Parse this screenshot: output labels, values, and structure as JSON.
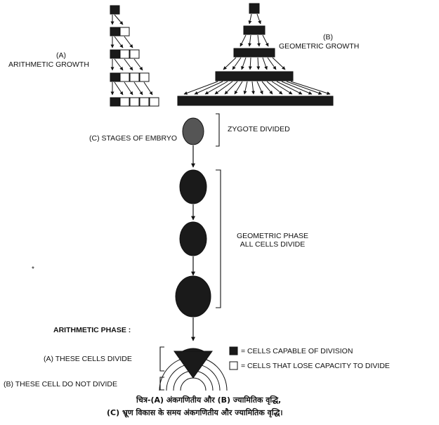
{
  "labels": {
    "arith_letter": "(A)",
    "arith_title": "ARITHMETIC GROWTH",
    "geom_letter": "(B)",
    "geom_title": "GEOMETRIC GROWTH",
    "stages": "(C) STAGES OF EMBRYO",
    "zygote": "ZYGOTE DIVIDED",
    "geom_phase_1": "GEOMETRIC PHASE",
    "geom_phase_2": "ALL CELLS DIVIDE",
    "arith_phase": "ARITHMETIC PHASE :",
    "these_divide": "(A) THESE CELLS DIVIDE",
    "not_divide": "(B) THESE CELL DO NOT DIVIDE",
    "legend_dark": "= CELLS CAPABLE OF DIVISION",
    "legend_light": "= CELLS THAT LOSE CAPACITY TO DIVIDE"
  },
  "caption": {
    "line1": "चित्र-(A) अंकगणितीय और (B) ज्यामितिक वृद्धि,",
    "line2": "(C) भ्रूण विकास के समय अंकगणितीय और ज्यामितिक वृद्धि।"
  },
  "colors": {
    "ink": "#111111",
    "cell_dark": "#1a1a1a",
    "cell_light": "#ffffff"
  }
}
